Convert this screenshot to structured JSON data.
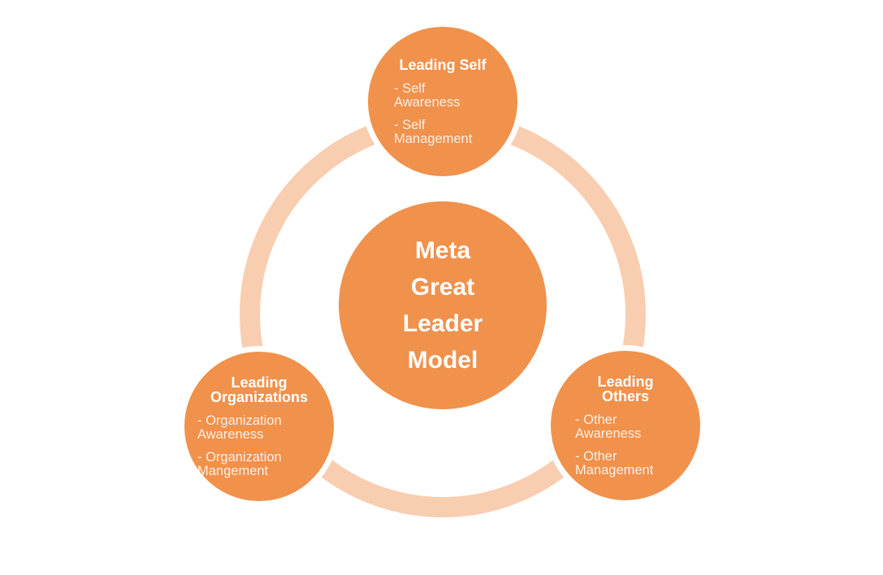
{
  "colors": {
    "circle_orange": "#F0914C",
    "ring_peach": "#F9CDB0",
    "title_white": "#FFFFFF"
  },
  "center": {
    "title_lines": [
      "Meta",
      "Great",
      "Leader",
      "Model"
    ]
  },
  "satellites": [
    {
      "id": "leading-self",
      "title_lines": [
        "Leading Self"
      ],
      "bullets": [
        [
          "- Self",
          "Awareness"
        ],
        [
          "- Self",
          "Management"
        ]
      ]
    },
    {
      "id": "leading-organizations",
      "title_lines": [
        "Leading",
        "Organizations"
      ],
      "bullets": [
        [
          "- Organization",
          "Awareness"
        ],
        [
          "- Organization",
          "Mangement"
        ]
      ]
    },
    {
      "id": "leading-others",
      "title_lines": [
        "Leading",
        "Others"
      ],
      "bullets": [
        [
          "- Other",
          "Awareness"
        ],
        [
          "- Other",
          "Management"
        ]
      ]
    }
  ]
}
